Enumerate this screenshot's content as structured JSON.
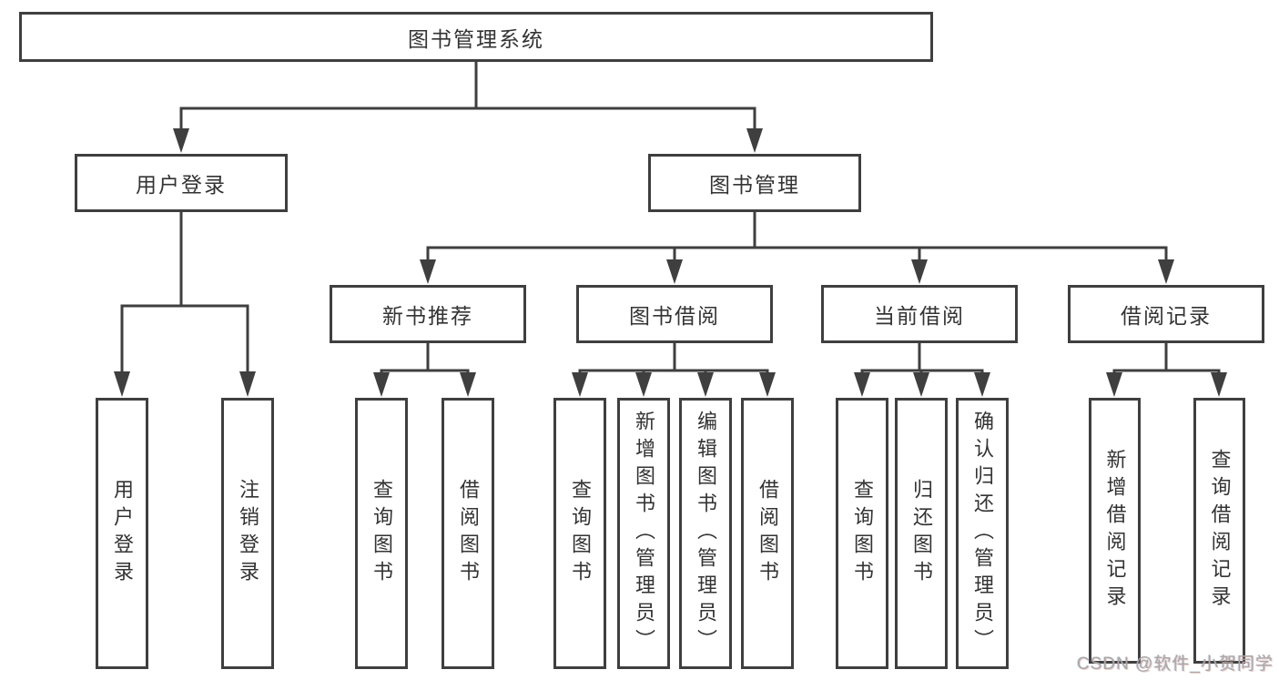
{
  "nodes": {
    "root": "图书管理系统",
    "user_login": "用户登录",
    "book_management": "图书管理",
    "new_book_recommend": "新书推荐",
    "book_borrowing": "图书借阅",
    "current_borrowing": "当前借阅",
    "borrowing_records": "借阅记录",
    "leaf_user_login": "用户登录",
    "leaf_logout": "注销登录",
    "leaf_query_books_1": "查询图书",
    "leaf_borrow_books_1": "借阅图书",
    "leaf_query_books_2": "查询图书",
    "leaf_add_books_admin": "新增图书（管理员）",
    "leaf_edit_books_admin": "编辑图书（管理员）",
    "leaf_borrow_books_2": "借阅图书",
    "leaf_query_books_3": "查询图书",
    "leaf_return_books": "归还图书",
    "leaf_confirm_return_admin": "确认归还（管理员）",
    "leaf_add_borrow_record": "新增借阅记录",
    "leaf_query_borrow_record": "查询借阅记录"
  },
  "watermark": "CSDN @软件_小贺同学",
  "colors": {
    "line": "#3f3f3f",
    "text": "#333333",
    "watermark": "#a8a8a8",
    "background": "#ffffff"
  }
}
